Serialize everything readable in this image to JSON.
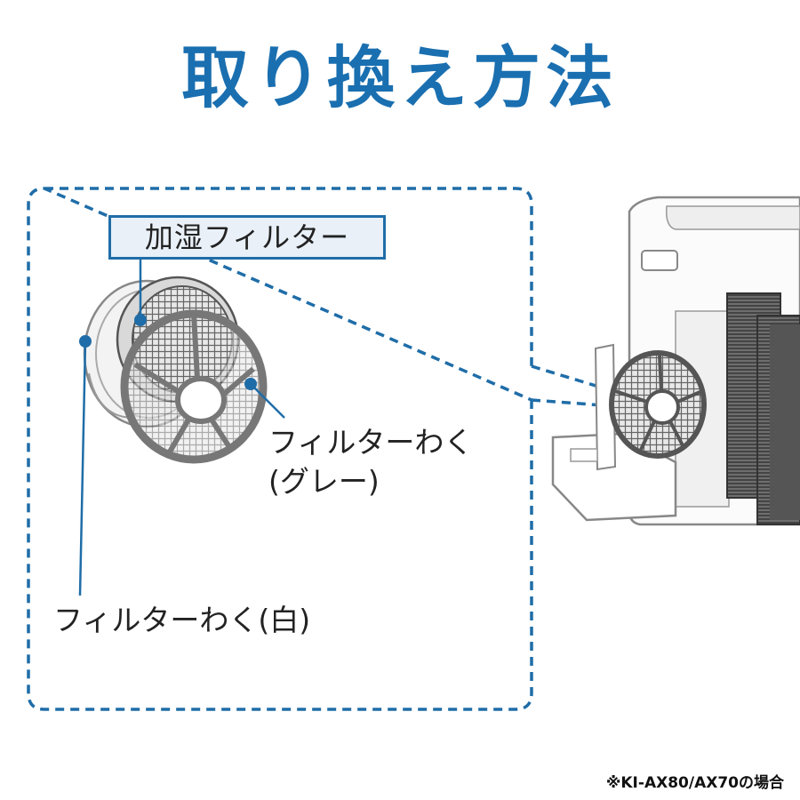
{
  "title": "取り換え方法",
  "labels": {
    "humidifier_filter": "加湿フィルター",
    "frame_gray_line1": "フィルターわく",
    "frame_gray_line2": "(グレー)",
    "frame_white": "フィルターわく(白)"
  },
  "footnote": "※KI-AX80/AX70の場合",
  "colors": {
    "accent_blue": "#1a6fb0",
    "leader_blue": "#1f6da8",
    "tag_bg": "#e9f0f8"
  }
}
